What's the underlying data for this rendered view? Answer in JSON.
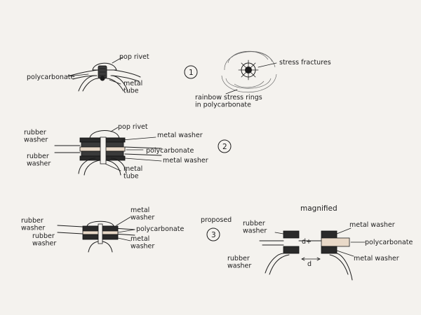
{
  "labels": {
    "d1_pop_rivet": "pop rivet",
    "d1_polycarbonate": "polycarbonate",
    "d1_metal_tube": "metal\ntube",
    "d1_number": "1",
    "d1b_stress_fractures": "stress fractures",
    "d1b_rainbow": "rainbow stress rings\nin polycarbonate",
    "d2_pop_rivet": "pop rivet",
    "d2_metal_washer_top": "metal washer",
    "d2_rubber_washer_top": "rubber\nwasher",
    "d2_polycarbonate": "polycarbonate",
    "d2_rubber_washer_bottom": "rubber\nwasher",
    "d2_metal_washer_bottom": "metal washer",
    "d2_metal_tube": "metal\ntube",
    "d2_number": "2",
    "d3_rubber_washer_top": "rubber\nwasher",
    "d3_metal_washer_top": "metal\nwasher",
    "d3_polycarbonate": "polycarbonate",
    "d3_rubber_washer_bottom": "rubber\nwasher",
    "d3_metal_washer_bottom": "metal\nwasher",
    "d3_proposed": "proposed",
    "d3_number": "3",
    "mag_title": "magnified",
    "mag_rubber_washer_top": "rubber\nwasher",
    "mag_metal_washer_top": "metal washer",
    "mag_d_plus": "d+",
    "mag_polycarbonate": "polycarbonate",
    "mag_rubber_washer_bottom": "rubber\nwasher",
    "mag_metal_washer_bottom": "metal washer",
    "mag_d": "d"
  }
}
